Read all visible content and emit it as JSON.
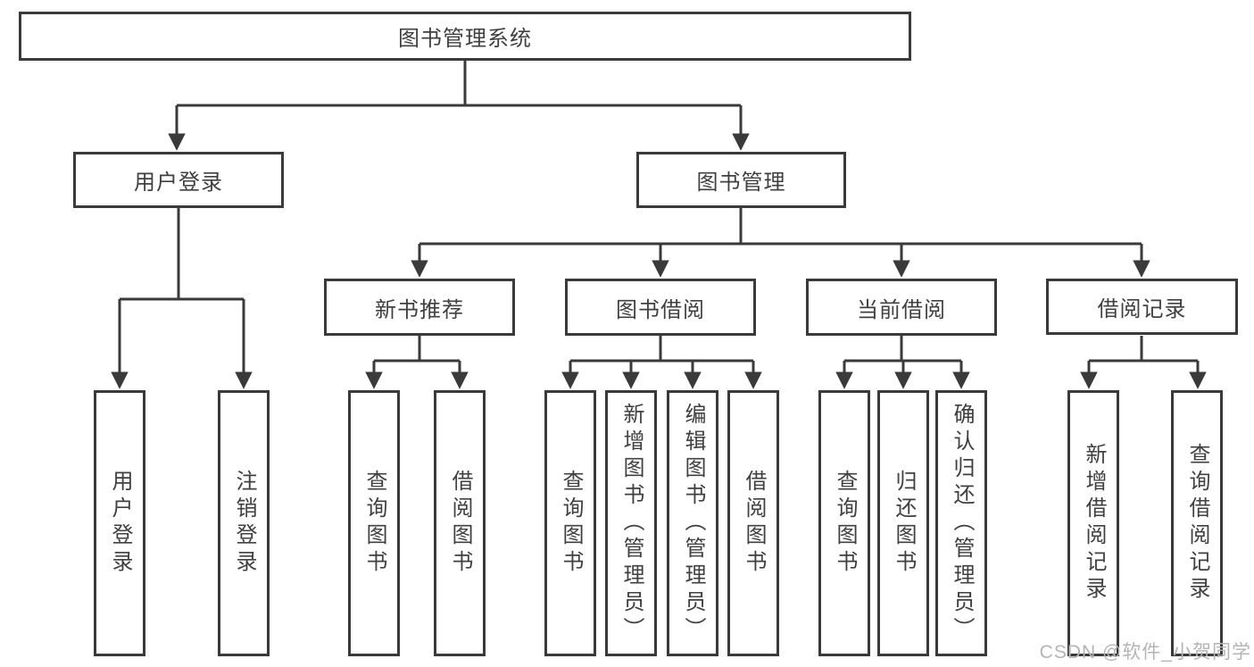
{
  "diagram": {
    "title": "图书管理系统",
    "level2": [
      {
        "label": "用户登录"
      },
      {
        "label": "图书管理"
      }
    ],
    "level3": [
      {
        "label": "新书推荐",
        "parent": "图书管理"
      },
      {
        "label": "图书借阅",
        "parent": "图书管理"
      },
      {
        "label": "当前借阅",
        "parent": "图书管理"
      },
      {
        "label": "借阅记录",
        "parent": "图书管理"
      }
    ],
    "leaves": [
      {
        "label": "用户登录",
        "parent": "用户登录"
      },
      {
        "label": "注销登录",
        "parent": "用户登录"
      },
      {
        "label": "查询图书",
        "parent": "新书推荐"
      },
      {
        "label": "借阅图书",
        "parent": "新书推荐"
      },
      {
        "label": "查询图书",
        "parent": "图书借阅"
      },
      {
        "label": "新增图书（管理员）",
        "parent": "图书借阅"
      },
      {
        "label": "编辑图书（管理员）",
        "parent": "图书借阅"
      },
      {
        "label": "借阅图书",
        "parent": "图书借阅"
      },
      {
        "label": "查询图书",
        "parent": "当前借阅"
      },
      {
        "label": "归还图书",
        "parent": "当前借阅"
      },
      {
        "label": "确认归还（管理员）",
        "parent": "当前借阅"
      },
      {
        "label": "新增借阅记录",
        "parent": "借阅记录"
      },
      {
        "label": "查询借阅记录",
        "parent": "借阅记录"
      }
    ],
    "colors": {
      "line": "#3a3a3a",
      "text": "#404040",
      "background": "#ffffff",
      "watermark_text": "#b4b4b4"
    }
  },
  "watermark": "CSDN @软件_小贺同学"
}
